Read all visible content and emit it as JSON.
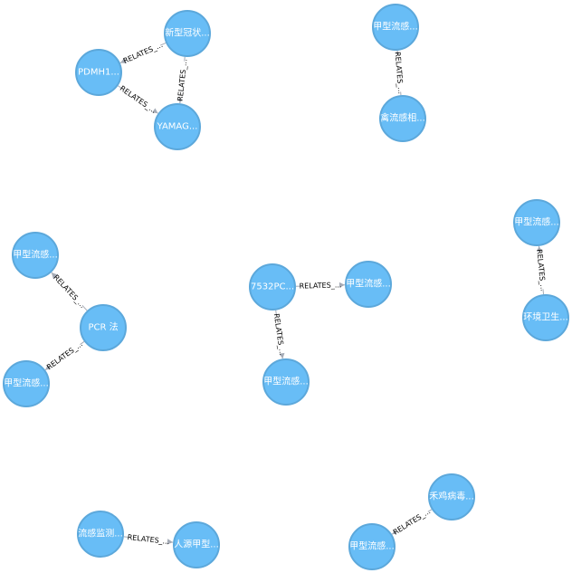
{
  "graph": {
    "node_color": "#68bdf6",
    "node_stroke": "#5ca8db",
    "edge_color": "#a5abb6",
    "nodes": [
      {
        "id": "n1",
        "label": "新型冠状..."
      },
      {
        "id": "n2",
        "label": "PDMH1..."
      },
      {
        "id": "n3",
        "label": "YAMAG..."
      },
      {
        "id": "n4",
        "label": "甲型流感..."
      },
      {
        "id": "n5",
        "label": "禽流感相..."
      },
      {
        "id": "n6",
        "label": "甲型流感..."
      },
      {
        "id": "n7",
        "label": "环境卫生..."
      },
      {
        "id": "n8",
        "label": "甲型流感..."
      },
      {
        "id": "n9",
        "label": "PCR 法"
      },
      {
        "id": "n10",
        "label": "甲型流感..."
      },
      {
        "id": "n11",
        "label": "7532PC..."
      },
      {
        "id": "n12",
        "label": "甲型流感..."
      },
      {
        "id": "n13",
        "label": "甲型流感..."
      },
      {
        "id": "n14",
        "label": "流感监测..."
      },
      {
        "id": "n15",
        "label": "人源甲型..."
      },
      {
        "id": "n16",
        "label": "禾鸡病毒..."
      },
      {
        "id": "n17",
        "label": "甲型流感..."
      }
    ],
    "edges": [
      {
        "source": "n1",
        "target": "n2",
        "label": "RELATES_..."
      },
      {
        "source": "n1",
        "target": "n3",
        "label": "RELATES_..."
      },
      {
        "source": "n2",
        "target": "n3",
        "label": "RELATES_..."
      },
      {
        "source": "n5",
        "target": "n4",
        "label": "RELATES_..."
      },
      {
        "source": "n7",
        "target": "n6",
        "label": "RELATES_..."
      },
      {
        "source": "n9",
        "target": "n8",
        "label": "RELATES_..."
      },
      {
        "source": "n9",
        "target": "n10",
        "label": "RELATES_..."
      },
      {
        "source": "n11",
        "target": "n12",
        "label": "RELATES_..."
      },
      {
        "source": "n11",
        "target": "n13",
        "label": "RELATES_..."
      },
      {
        "source": "n14",
        "target": "n15",
        "label": "RELATES_..."
      },
      {
        "source": "n16",
        "target": "n17",
        "label": "RELATES_..."
      }
    ]
  }
}
